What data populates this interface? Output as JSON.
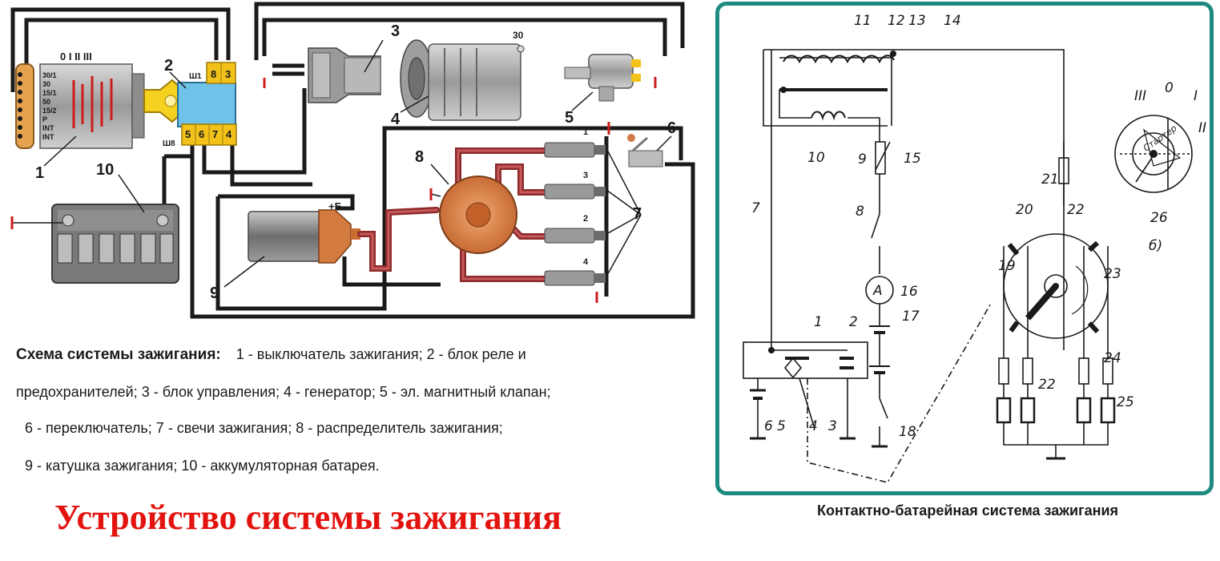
{
  "left_diagram": {
    "labels": [
      "1",
      "2",
      "3",
      "4",
      "5",
      "6",
      "7",
      "8",
      "9",
      "10"
    ],
    "switch_positions": "0 I II III",
    "switch_terminals": [
      "30/1",
      "30",
      "15/1",
      "50",
      "15/2",
      "P",
      "INT",
      "INT"
    ],
    "relay_connectors": {
      "top": "Ш1",
      "bottom": "Ш8"
    },
    "relay_pins_top": [
      "8",
      "3"
    ],
    "relay_pins_bottom": [
      "5",
      "6",
      "7",
      "4"
    ],
    "generator_terminal": "30",
    "coil_terminal": "+Б",
    "spark_plug_numbers": [
      "1",
      "3",
      "2",
      "4"
    ]
  },
  "caption": {
    "title": "Схема системы зажигания:",
    "line1": "1 - выключатель зажигания; 2 - блок реле и",
    "line2": "предохранителей; 3 - блок управления; 4 - генератор; 5 - эл. магнитный клапан;",
    "line3": "6 - переключатель; 7 - свечи зажигания; 8 - распределитель зажигания;",
    "line4": "9 - катушка зажигания; 10 - аккумуляторная батарея."
  },
  "main_title": "Устройство системы зажигания",
  "right_diagram": {
    "caption": "Контактно-батарейная система зажигания",
    "labels": [
      "1",
      "2",
      "3",
      "4",
      "5",
      "6",
      "7",
      "8",
      "9",
      "10",
      "11",
      "12",
      "13",
      "14",
      "15",
      "16",
      "17",
      "18",
      "19",
      "20",
      "21",
      "22",
      "22",
      "23",
      "24",
      "25",
      "26"
    ],
    "ammeter": "A",
    "key_positions": [
      "III",
      "0",
      "I",
      "II"
    ],
    "key_text": "Стартер",
    "sublabel": "б)"
  },
  "colors": {
    "accent_title": "#e3140f",
    "panel_border": "#1e8a80",
    "wire_red": "#b03030",
    "relay_blue": "#6fc3e8",
    "connector_yellow": "#f2c21b"
  }
}
